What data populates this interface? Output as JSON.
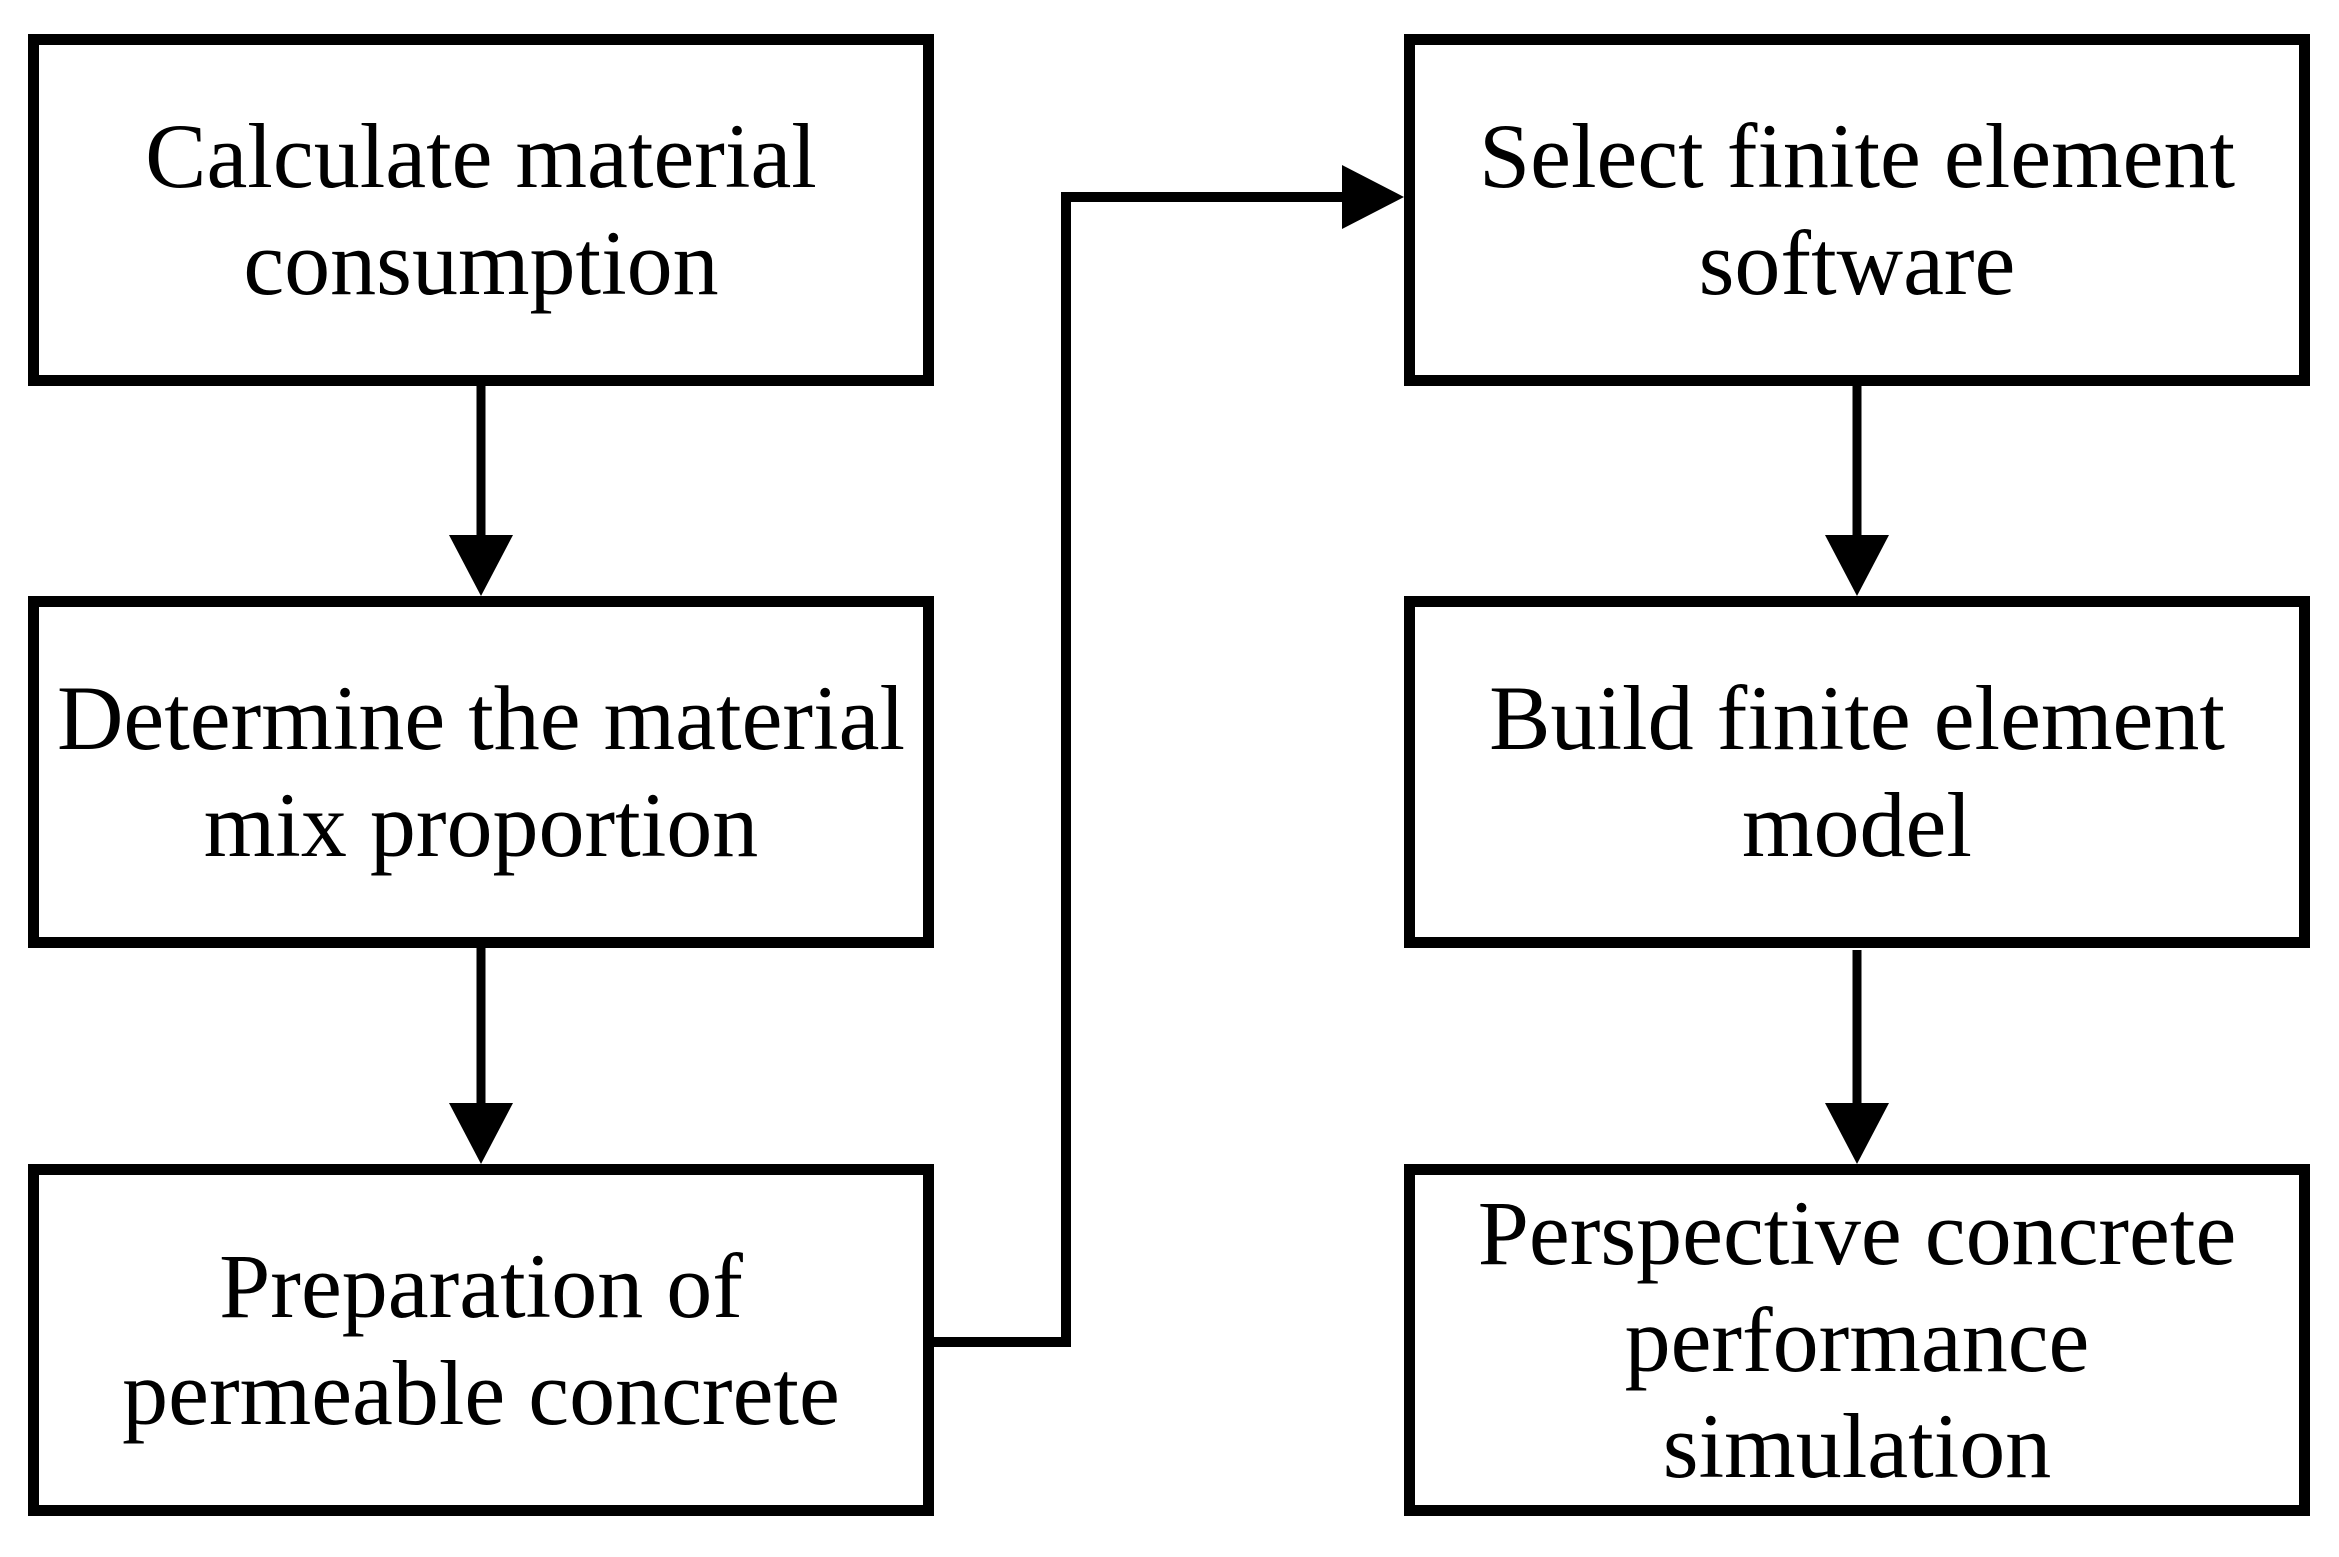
{
  "diagram": {
    "background_color": "#ffffff",
    "line_color": "#000000",
    "nodes": [
      {
        "id": "calculate-material-consumption",
        "label_lines": [
          "Calculate material",
          "consumption"
        ]
      },
      {
        "id": "determine-material-mix-proportion",
        "label_lines": [
          "Determine the material",
          "mix proportion"
        ]
      },
      {
        "id": "preparation-of-permeable-concrete",
        "label_lines": [
          "Preparation of",
          "permeable concrete"
        ]
      },
      {
        "id": "select-finite-element-software",
        "label_lines": [
          "Select finite element",
          "software"
        ]
      },
      {
        "id": "build-finite-element-model",
        "label_lines": [
          "Build finite element",
          "model"
        ]
      },
      {
        "id": "perspective-concrete-performance-simulation",
        "label_lines": [
          "Perspective concrete",
          "performance",
          "simulation"
        ]
      }
    ],
    "edges": [
      {
        "from": "calculate-material-consumption",
        "to": "determine-material-mix-proportion",
        "style": "straight-down-arrow"
      },
      {
        "from": "determine-material-mix-proportion",
        "to": "preparation-of-permeable-concrete",
        "style": "straight-down-arrow"
      },
      {
        "from": "preparation-of-permeable-concrete",
        "to": "select-finite-element-software",
        "style": "elbow-right-up-right-arrow"
      },
      {
        "from": "select-finite-element-software",
        "to": "build-finite-element-model",
        "style": "straight-down-arrow"
      },
      {
        "from": "build-finite-element-model",
        "to": "perspective-concrete-performance-simulation",
        "style": "straight-down-arrow"
      }
    ]
  }
}
